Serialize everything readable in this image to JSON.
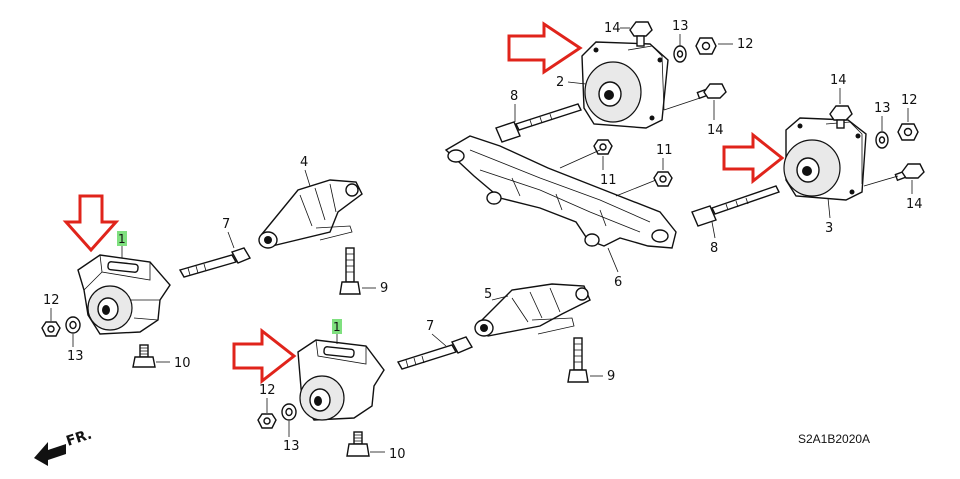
{
  "colors": {
    "arrow": "#e0241b",
    "highlight": "#7fe07f",
    "line": "#111111"
  },
  "callouts": {
    "p1a": "1",
    "p1b": "1",
    "p2": "2",
    "p3": "3",
    "p4": "4",
    "p5": "5",
    "p6": "6",
    "p7a": "7",
    "p7b": "7",
    "p8a": "8",
    "p8b": "8",
    "p9a": "9",
    "p9b": "9",
    "p10a": "10",
    "p10b": "10",
    "p11a": "11",
    "p11b": "11",
    "p12a": "12",
    "p12b": "12",
    "p12c": "12",
    "p12d": "12",
    "p13a": "13",
    "p13b": "13",
    "p13c": "13",
    "p13d": "13",
    "p14a": "14",
    "p14b": "14",
    "p14c": "14",
    "p14d": "14"
  },
  "direction_label": "FR.",
  "diagram_code": "S2A1B2020A"
}
